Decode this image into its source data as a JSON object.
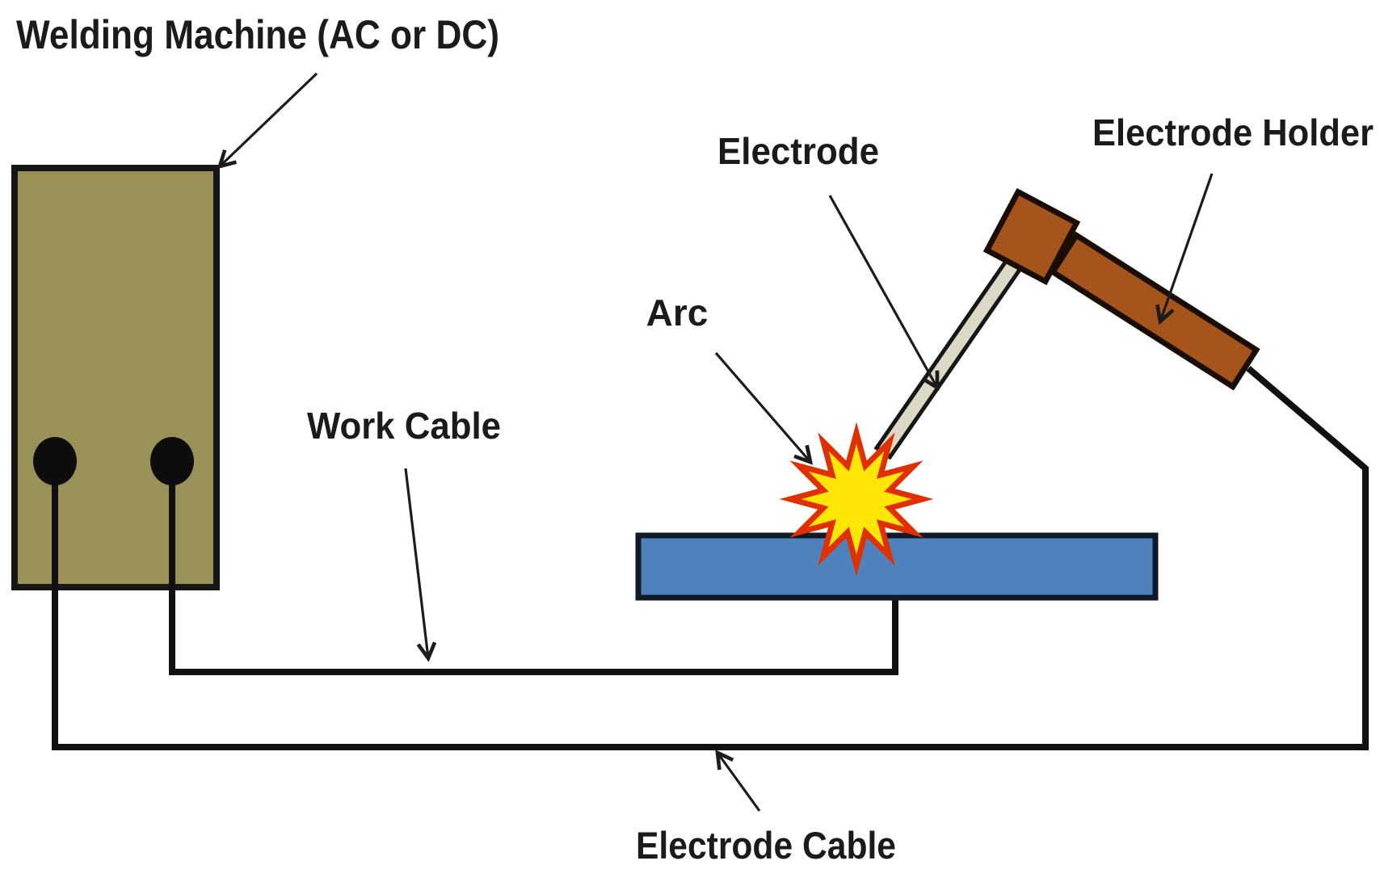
{
  "diagram": {
    "title": "Welding Machine (AC or DC)",
    "labels": {
      "welding_machine": "Welding Machine (AC or DC)",
      "electrode": "Electrode",
      "electrode_holder": "Electrode Holder",
      "arc": "Arc",
      "work_cable": "Work Cable",
      "electrode_cable": "Electrode Cable"
    },
    "colors": {
      "background": "#ffffff",
      "machine_fill": "#9a9159",
      "machine_stroke": "#161616",
      "terminal_fill": "#0d0d0d",
      "workpiece_fill": "#4f81bd",
      "workpiece_stroke": "#111a26",
      "holder_fill": "#a5541c",
      "holder_stroke": "#190d04",
      "electrode_fill": "#dcd8c6",
      "electrode_stroke": "#161616",
      "arc_fill": "#ffe606",
      "arc_stroke": "#e13000",
      "cable_stroke": "#101010",
      "arrow_stroke": "#1c1c1c",
      "text_color": "#1b1b1b"
    }
  }
}
